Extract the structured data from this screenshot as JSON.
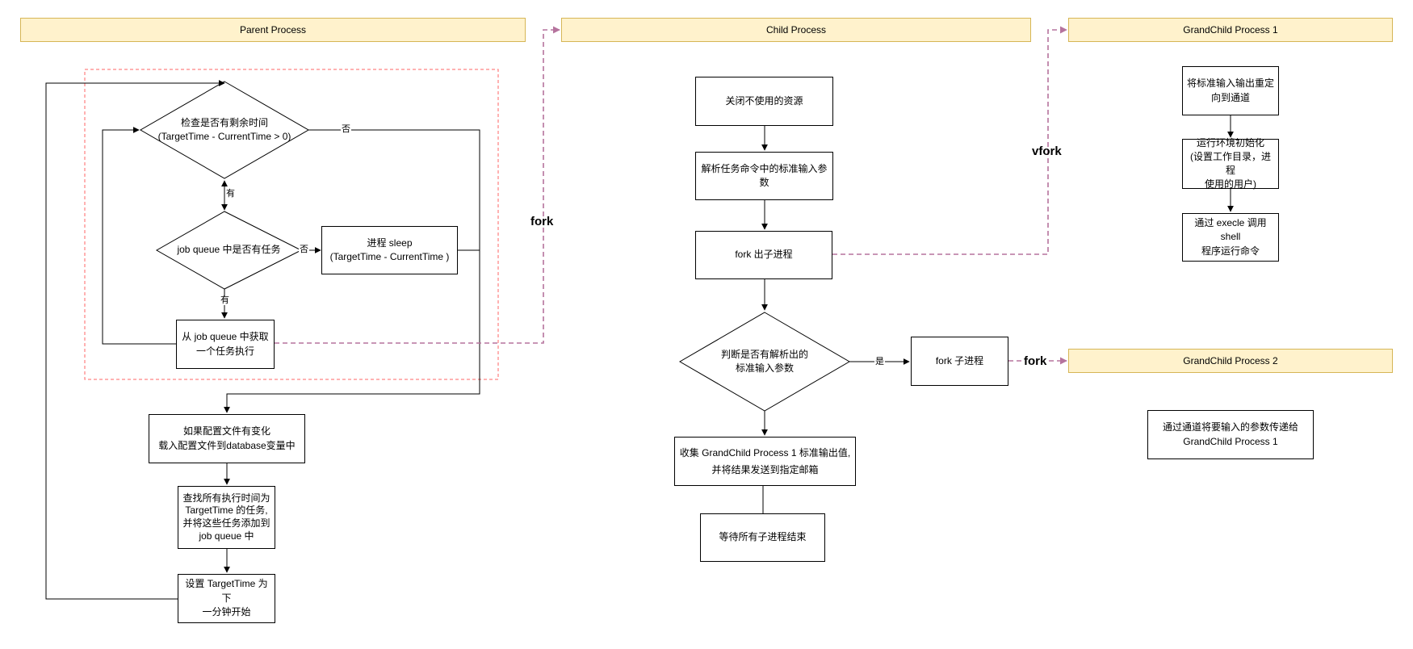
{
  "lanes": {
    "parent": "Parent Process",
    "child": "Child Process",
    "grandchild1": "GrandChild Process 1",
    "grandchild2": "GrandChild Process 2"
  },
  "parent": {
    "check_time_line1": "检查是否有剩余时间",
    "check_time_line2": "(TargetTime - CurrentTime > 0)",
    "check_queue": "job queue 中是否有任务",
    "sleep_line1": "进程 sleep",
    "sleep_line2": "(TargetTime - CurrentTime )",
    "get_task_line1": "从 job queue 中获取",
    "get_task_line2": "一个任务执行",
    "load_config_line1": "如果配置文件有变化",
    "load_config_line2": "载入配置文件到database变量中",
    "find_tasks_line1": "查找所有执行时间为",
    "find_tasks_line2": "TargetTime 的任务,",
    "find_tasks_line3": "并将这些任务添加到",
    "find_tasks_line4": "job queue 中",
    "set_target_line1": "设置 TargetTime 为下",
    "set_target_line2": "一分钟开始"
  },
  "child": {
    "close_res": "关闭不使用的资源",
    "parse_args": "解析任务命令中的标准输入参数",
    "fork_out": "fork 出子进程",
    "judge_line1": "判断是否有解析出的",
    "judge_line2": "标准输入参数",
    "fork_child": "fork 子进程",
    "collect_line1": "收集 GrandChild Process 1 标准输出值,",
    "collect_line2": "并将结果发送到指定邮箱",
    "wait_end": "等待所有子进程结束"
  },
  "grandchild1": {
    "redirect_line1": "将标准输入输出重定",
    "redirect_line2": "向到通道",
    "init_line1": "运行环境初始化",
    "init_line2": "(设置工作目录，进程",
    "init_line3": "使用的用户)",
    "exec_line1": "通过 execle 调用 shell",
    "exec_line2": "程序运行命令"
  },
  "grandchild2": {
    "pass_line1": "通过通道将要输入的参数传递给",
    "pass_line2": "GrandChild Process 1"
  },
  "labels": {
    "no1": "否",
    "yes1": "有",
    "no2": "否",
    "yes2": "有",
    "yes3": "是",
    "fork1": "fork",
    "vfork": "vfork",
    "fork2": "fork"
  },
  "colors": {
    "lane_fill": "#fff2cc",
    "lane_border": "#d6b656",
    "dashed_link": "#b5739d",
    "group_border": "#ff6666"
  }
}
